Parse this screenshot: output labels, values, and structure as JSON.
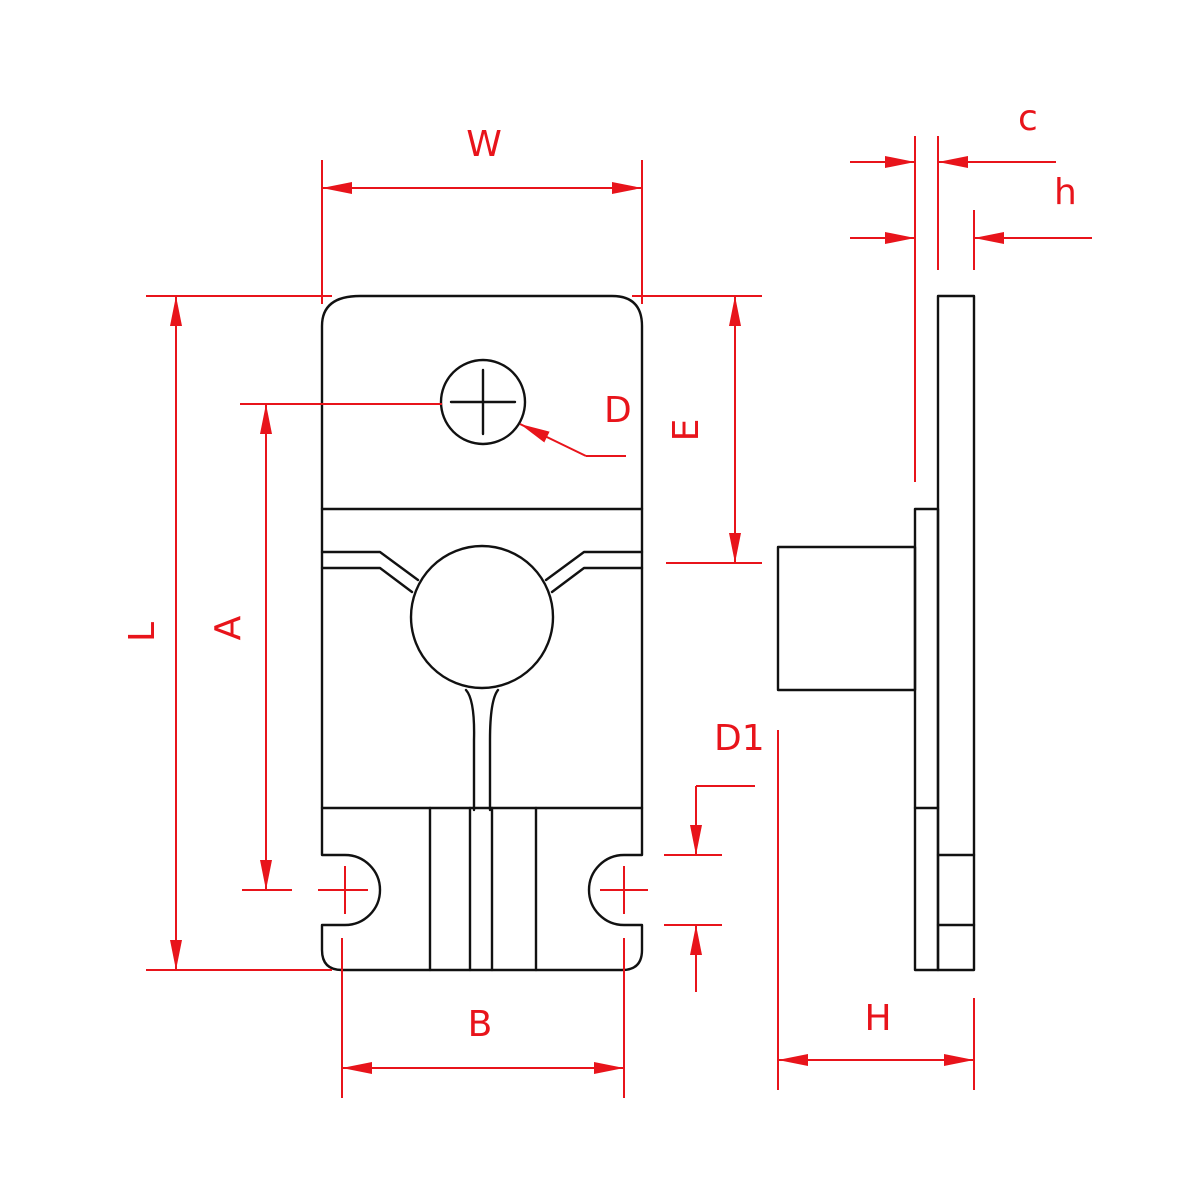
{
  "colors": {
    "dimension": "#e8141b",
    "outline": "#111111",
    "background": "#ffffff"
  },
  "labels": {
    "W": "W",
    "L": "L",
    "A": "A",
    "D": "D",
    "E": "E",
    "B": "B",
    "D1": "D1",
    "H": "H",
    "c": "c",
    "h": "h"
  }
}
